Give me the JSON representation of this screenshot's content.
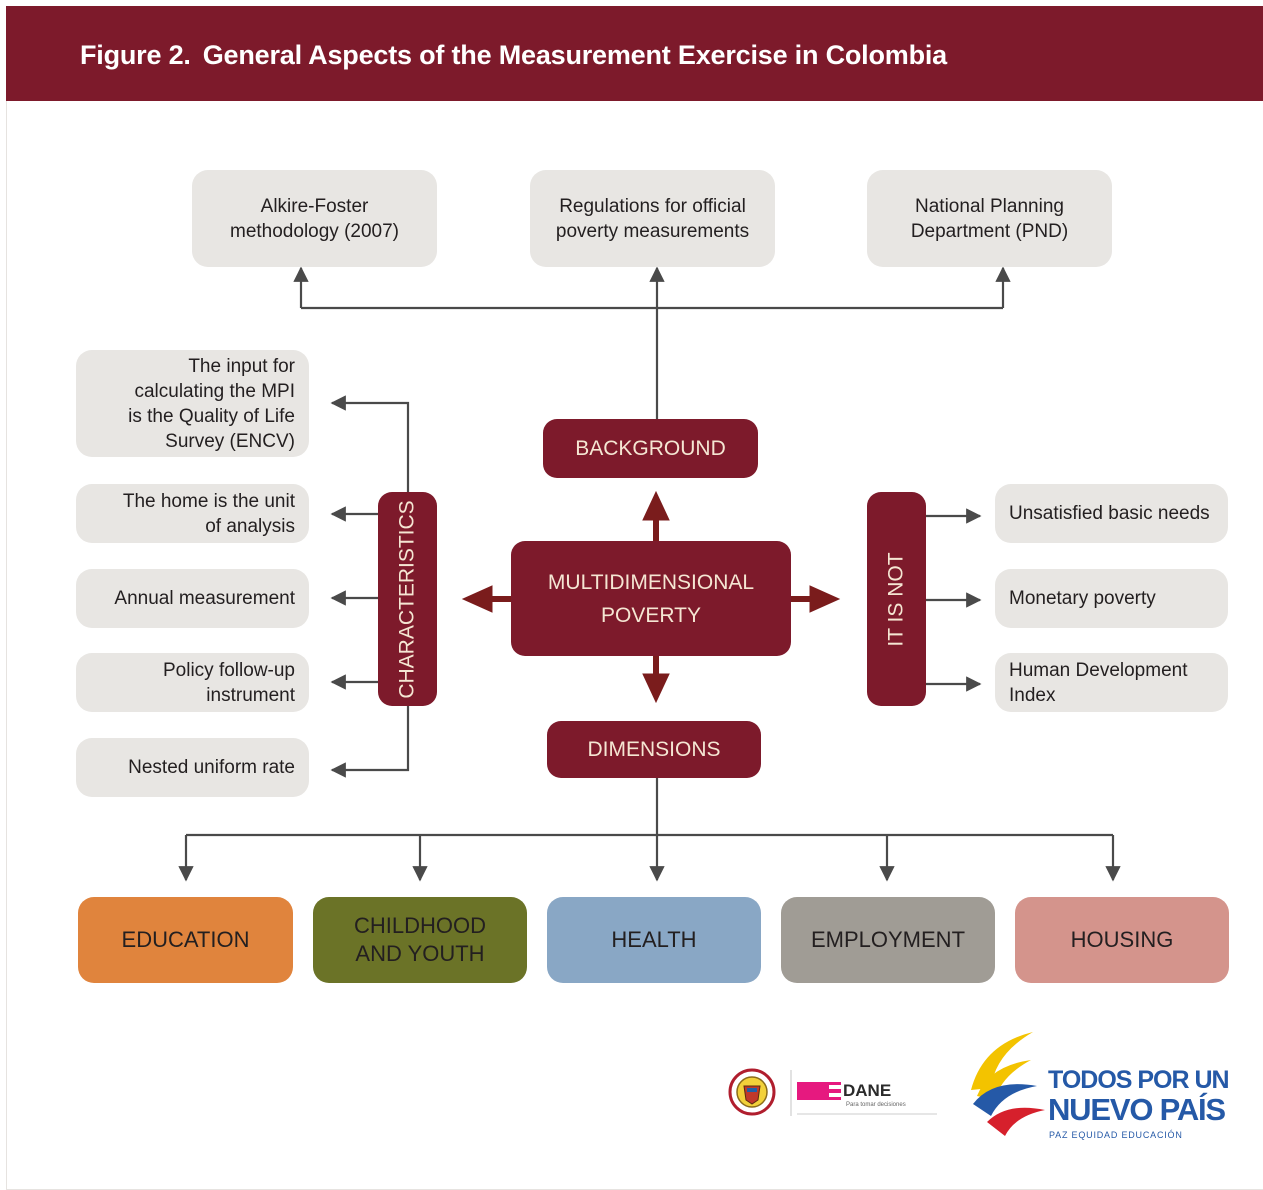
{
  "header": {
    "figure_number": "Figure 2.",
    "title": "General Aspects of the Measurement Exercise in Colombia"
  },
  "center": {
    "line1": "MULTIDIMENSIONAL",
    "line2": "POVERTY"
  },
  "hubs": {
    "background": "BACKGROUND",
    "dimensions": "DIMENSIONS",
    "characteristics": "CHARACTERISTICS",
    "it_is_not": "IT IS NOT"
  },
  "background_items": [
    {
      "line1": "Alkire-Foster",
      "line2": "methodology (2007)"
    },
    {
      "line1": "Regulations for official",
      "line2": "poverty measurements"
    },
    {
      "line1": "National Planning",
      "line2": "Department (PND)"
    }
  ],
  "characteristics_items": [
    {
      "lines": [
        "The input for",
        "calculating the MPI",
        "is the Quality of Life",
        "Survey (ENCV)"
      ]
    },
    {
      "lines": [
        "The home is the unit",
        "of analysis"
      ]
    },
    {
      "lines": [
        "Annual measurement"
      ]
    },
    {
      "lines": [
        "Policy follow-up",
        "instrument"
      ]
    },
    {
      "lines": [
        "Nested uniform rate"
      ]
    }
  ],
  "it_is_not_items": [
    {
      "lines": [
        "Unsatisfied basic needs"
      ]
    },
    {
      "lines": [
        "Monetary poverty"
      ]
    },
    {
      "lines": [
        "Human Development",
        "Index"
      ]
    }
  ],
  "dimensions_items": [
    {
      "line1": "EDUCATION",
      "line2": "",
      "color": "#e0843d"
    },
    {
      "line1": "CHILDHOOD",
      "line2": "AND YOUTH",
      "color": "#6b7327"
    },
    {
      "line1": "HEALTH",
      "line2": "",
      "color": "#89a7c5"
    },
    {
      "line1": "EMPLOYMENT",
      "line2": "",
      "color": "#a09c95"
    },
    {
      "line1": "HOUSING",
      "line2": "",
      "color": "#d4948c"
    }
  ],
  "logos": {
    "dane": "DANE",
    "dane_tagline": "Para tomar decisiones",
    "slogan_line1": "TODOS POR UN",
    "slogan_line2": "NUEVO PAÍS",
    "slogan_tagline": "PAZ   EQUIDAD   EDUCACIÓN"
  },
  "colors": {
    "maroon": "#7d1a2b",
    "arrow": "#7a1c1c",
    "connector": "#4a4a4a",
    "grey_box": "#e8e6e3"
  }
}
